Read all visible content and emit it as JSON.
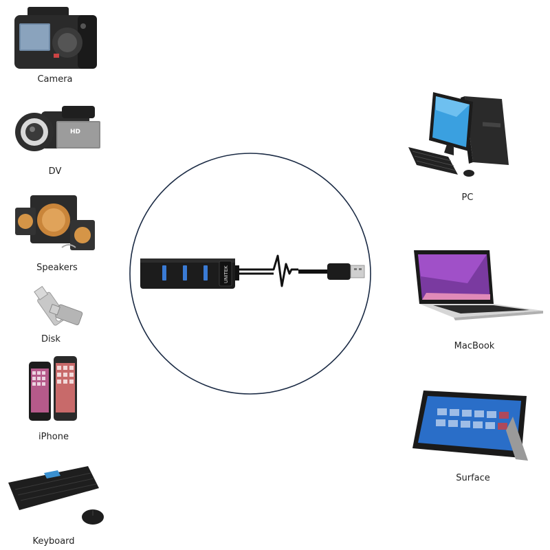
{
  "devices": {
    "camera": {
      "label": "Camera",
      "icon": "camera-icon"
    },
    "dv": {
      "label": "DV",
      "icon": "camcorder-icon",
      "badge": "HD"
    },
    "speakers": {
      "label": "Speakers",
      "icon": "speakers-icon"
    },
    "disk": {
      "label": "Disk",
      "icon": "usb-flash-drive-icon"
    },
    "iphone": {
      "label": "iPhone",
      "icon": "smartphone-icon"
    },
    "keyboard": {
      "label": "Keyboard",
      "icon": "keyboard-mouse-icon"
    },
    "pc": {
      "label": "PC",
      "icon": "desktop-computer-icon"
    },
    "macbook": {
      "label": "MacBook",
      "icon": "laptop-icon"
    },
    "surface": {
      "label": "Surface",
      "icon": "tablet-icon"
    }
  },
  "hub": {
    "brand": "UNITEK",
    "ports": 3,
    "icon": "usb-hub-icon",
    "connector_icon": "usb-plug-icon"
  },
  "colors": {
    "circle": "#1a2a44",
    "usb_port_blue": "#3a7bd5",
    "hub_body": "#1c1c1c"
  }
}
